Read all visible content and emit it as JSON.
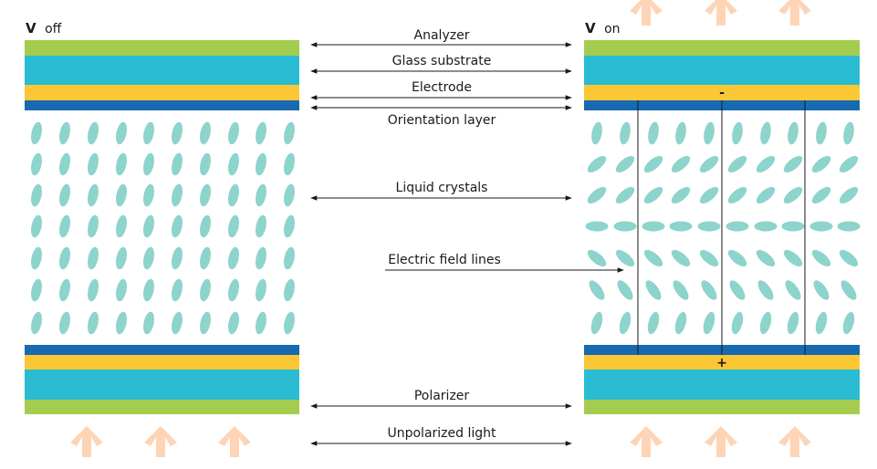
{
  "panels": {
    "left": {
      "v_letter": "V",
      "state": "off"
    },
    "right": {
      "v_letter": "V",
      "state": "on"
    }
  },
  "labels": {
    "analyzer": "Analyzer",
    "glass_substrate": "Glass substrate",
    "electrode": "Electrode",
    "orientation_layer": "Orientation layer",
    "liquid_crystals": "Liquid crystals",
    "electric_field_lines": "Electric field lines",
    "polarizer": "Polarizer",
    "unpolarized_light": "Unpolarized light"
  },
  "electrode_signs": {
    "top": "-",
    "bottom": "+"
  },
  "colors": {
    "green": "#a4cd4f",
    "cyan": "#2abcd2",
    "yellow": "#fcc735",
    "blue": "#1769b0",
    "crystal": "#8dd4cc",
    "light_arrow": "#fdd5b6",
    "text": "#1a1a1a"
  },
  "icons": {
    "light_arrow": "up-arrow-icon",
    "label_arrow": "double-headed-arrow-icon"
  }
}
